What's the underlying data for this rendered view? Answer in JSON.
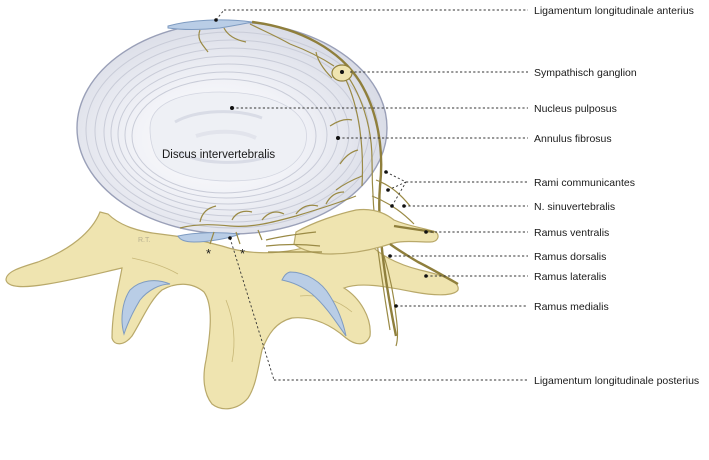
{
  "labels": {
    "lig_anterius": "Ligamentum longitudinale anterius",
    "ganglion": "Sympathisch ganglion",
    "nucleus": "Nucleus pulposus",
    "annulus": "Annulus fibrosus",
    "rami_comm": "Rami communicantes",
    "sinuvert": "N. sinuvertebralis",
    "ventralis": "Ramus ventralis",
    "dorsalis": "Ramus dorsalis",
    "lateralis": "Ramus lateralis",
    "medialis": "Ramus medialis",
    "lig_posterius": "Ligamentum longitudinale posterius",
    "discus": "Discus intervertebralis",
    "asterisk_left": "*",
    "asterisk_right": "*"
  },
  "colors": {
    "bone": "#efe4b0",
    "nerve": "#9a8a45",
    "disc": "#e8eaf2",
    "cartilage": "#b9cde6"
  }
}
